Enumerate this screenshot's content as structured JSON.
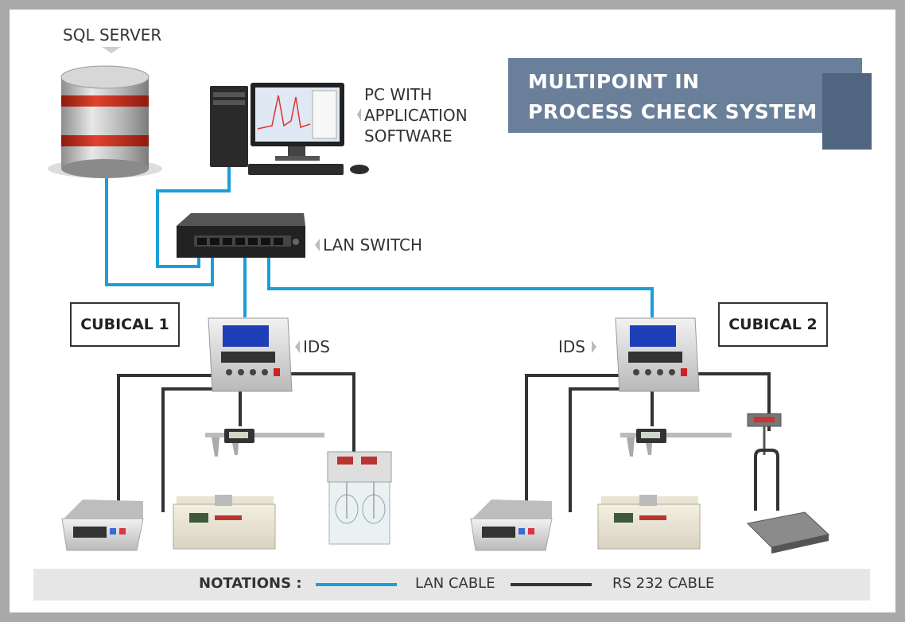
{
  "title": {
    "line1": "MULTIPOINT IN",
    "line2": "PROCESS CHECK SYSTEM"
  },
  "labels": {
    "sql_server": "SQL SERVER",
    "pc_line1": "PC WITH",
    "pc_line2": "APPLICATION",
    "pc_line3": "SOFTWARE",
    "lan_switch": "LAN SWITCH",
    "cubical1": "CUBICAL 1",
    "cubical2": "CUBICAL 2",
    "ids_left": "IDS",
    "ids_right": "IDS"
  },
  "legend": {
    "notations": "NOTATIONS :",
    "lan_cable": "LAN CABLE",
    "rs232_cable": "RS 232 CABLE"
  },
  "colors": {
    "lan_cable": "#1a9fd9",
    "rs232_cable": "#333333",
    "title_bg": "#6a7f99",
    "title_fold": "#4f6580",
    "frame": "#a9a9ab"
  }
}
